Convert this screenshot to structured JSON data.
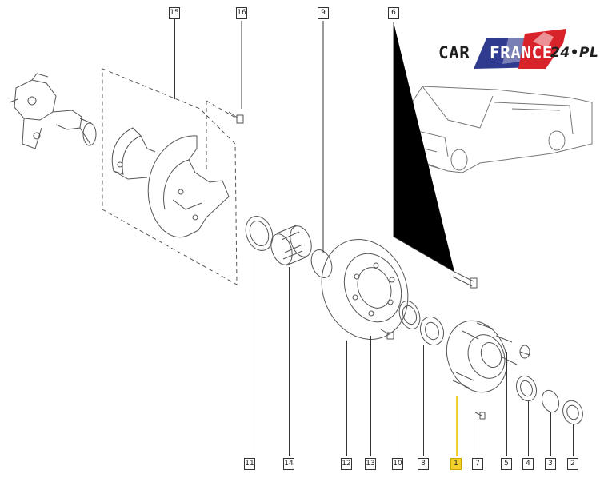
{
  "callouts": {
    "top": [
      "15",
      "16",
      "9",
      "6"
    ],
    "bottom": [
      "11",
      "14",
      "12",
      "13",
      "10",
      "8",
      "1",
      "7",
      "5",
      "4",
      "3",
      "2"
    ],
    "highlighted": "1"
  },
  "logo": {
    "car": "CAR",
    "france": "FRANCE",
    "suffix": "24•PL"
  },
  "colors": {
    "highlight": "#f2d22a",
    "logo_blue": "#2f3b8e",
    "logo_red": "#d9232a",
    "line": "#333333"
  }
}
